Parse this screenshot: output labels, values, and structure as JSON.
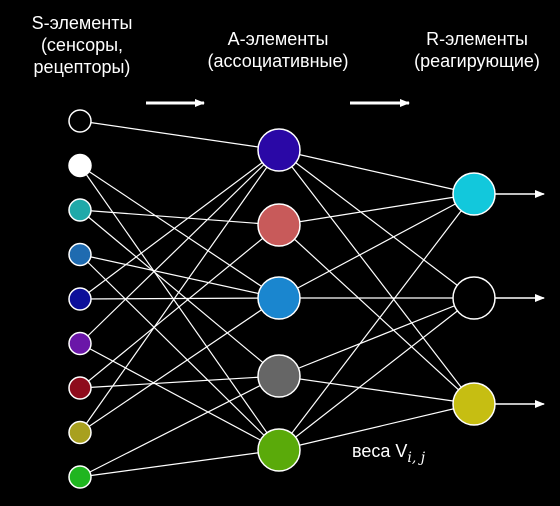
{
  "labels": {
    "s_title": "S-элементы",
    "s_sub1": "(сенсоры,",
    "s_sub2": "рецепторы)",
    "a_title": "А-элементы",
    "a_sub": "(ассоциативные)",
    "r_title": "R-элементы",
    "r_sub": "(реагирующие)",
    "weights": "веса V",
    "weights_sub": "i, j"
  },
  "s_nodes": [
    {
      "name": "s-node-1",
      "color": "#000000"
    },
    {
      "name": "s-node-2",
      "color": "#ffffff"
    },
    {
      "name": "s-node-3",
      "color": "#1fa9a9"
    },
    {
      "name": "s-node-4",
      "color": "#1f6bb0"
    },
    {
      "name": "s-node-5",
      "color": "#0c0f99"
    },
    {
      "name": "s-node-6",
      "color": "#6a16a8"
    },
    {
      "name": "s-node-7",
      "color": "#8e0b1c"
    },
    {
      "name": "s-node-8",
      "color": "#a8a01f"
    },
    {
      "name": "s-node-9",
      "color": "#1fb51f"
    }
  ],
  "a_nodes": [
    {
      "name": "a-node-1",
      "color": "#2a08a6"
    },
    {
      "name": "a-node-2",
      "color": "#c85a5a"
    },
    {
      "name": "a-node-3",
      "color": "#1a86cf"
    },
    {
      "name": "a-node-4",
      "color": "#666666"
    },
    {
      "name": "a-node-5",
      "color": "#5aaa0a"
    }
  ],
  "r_nodes": [
    {
      "name": "r-node-1",
      "color": "#12c8dc"
    },
    {
      "name": "r-node-2",
      "color": "#000000"
    },
    {
      "name": "r-node-3",
      "color": "#c6be12"
    }
  ],
  "s_to_a": [
    [
      0,
      0
    ],
    [
      1,
      2
    ],
    [
      1,
      4
    ],
    [
      2,
      1
    ],
    [
      2,
      3
    ],
    [
      3,
      2
    ],
    [
      3,
      4
    ],
    [
      4,
      0
    ],
    [
      4,
      2
    ],
    [
      5,
      0
    ],
    [
      5,
      4
    ],
    [
      6,
      1
    ],
    [
      6,
      3
    ],
    [
      7,
      0
    ],
    [
      7,
      2
    ],
    [
      8,
      3
    ],
    [
      8,
      4
    ]
  ],
  "a_to_r": [
    [
      0,
      0
    ],
    [
      0,
      1
    ],
    [
      0,
      2
    ],
    [
      1,
      0
    ],
    [
      1,
      2
    ],
    [
      2,
      0
    ],
    [
      2,
      1
    ],
    [
      3,
      1
    ],
    [
      3,
      2
    ],
    [
      4,
      0
    ],
    [
      4,
      1
    ],
    [
      4,
      2
    ]
  ]
}
